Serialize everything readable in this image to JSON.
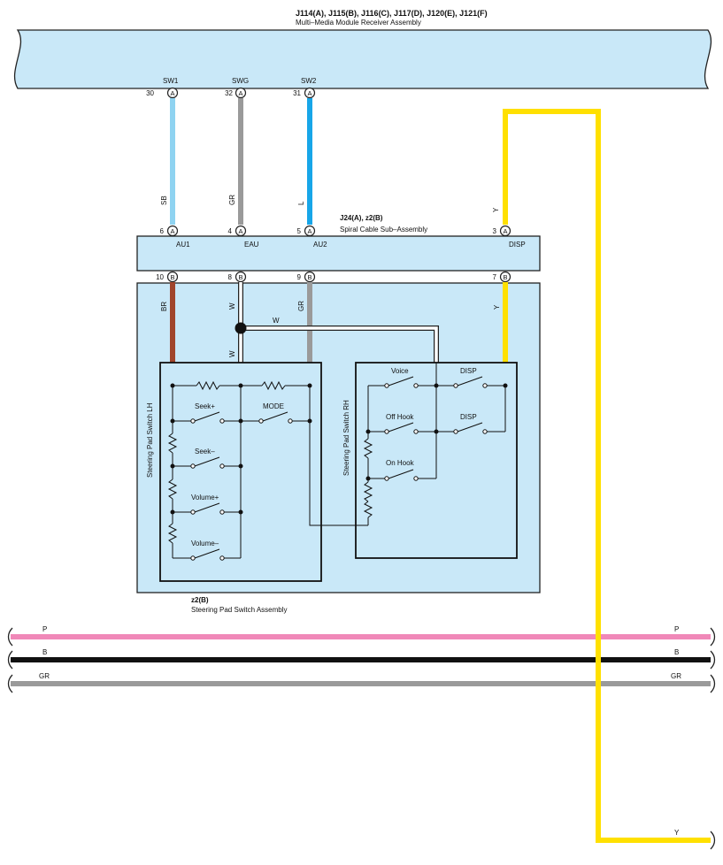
{
  "header": {
    "connectors": "J114(A), J115(B), J116(C), J117(D), J120(E), J121(F)",
    "title": "Multi–Media Module Receiver Assembly"
  },
  "receiver_pins": [
    {
      "name": "SW1",
      "num": "30",
      "letter": "A",
      "wire": "SB",
      "color": "#8fd3f1"
    },
    {
      "name": "SWG",
      "num": "32",
      "letter": "A",
      "wire": "GR",
      "color": "#9a9a9a"
    },
    {
      "name": "SW2",
      "num": "31",
      "letter": "A",
      "wire": "L",
      "color": "#17a6e8"
    }
  ],
  "spiral": {
    "connectors": "J24(A), z2(B)",
    "title": "Spiral Cable Sub–Assembly",
    "top_pins": [
      {
        "num": "6",
        "letter": "A",
        "label": "AU1"
      },
      {
        "num": "4",
        "letter": "A",
        "label": "EAU"
      },
      {
        "num": "5",
        "letter": "A",
        "label": "AU2"
      },
      {
        "num": "3",
        "letter": "A",
        "label": "DISP"
      }
    ],
    "bottom_pins": [
      {
        "num": "10",
        "letter": "B"
      },
      {
        "num": "8",
        "letter": "B"
      },
      {
        "num": "9",
        "letter": "B"
      },
      {
        "num": "7",
        "letter": "B"
      }
    ],
    "disp_wire": "Y"
  },
  "lower_wires": [
    "BR",
    "W",
    "GR",
    "Y"
  ],
  "junction_wire": "W",
  "junction_wire2": "W",
  "lh_switch": {
    "title": "Steering Pad Switch LH",
    "switches": [
      "Seek+",
      "MODE",
      "Seek–",
      "Volume+",
      "Volume–"
    ]
  },
  "rh_switch": {
    "title": "Steering Pad Switch RH",
    "switches": [
      "Voice",
      "DISP",
      "Off Hook",
      "DISP",
      "On Hook"
    ]
  },
  "assembly": {
    "connector": "z2(B)",
    "title": "Steering Pad Switch Assembly"
  },
  "bus_lines": [
    {
      "label": "P",
      "color": "#f088b8"
    },
    {
      "label": "B",
      "color": "#111111"
    },
    {
      "label": "GR",
      "color": "#9a9a9a"
    }
  ],
  "y_end_label": "Y",
  "colors": {
    "module_fill": "#c9e8f8",
    "yellow_wire": "#ffe000",
    "brown_wire": "#a0452c"
  }
}
